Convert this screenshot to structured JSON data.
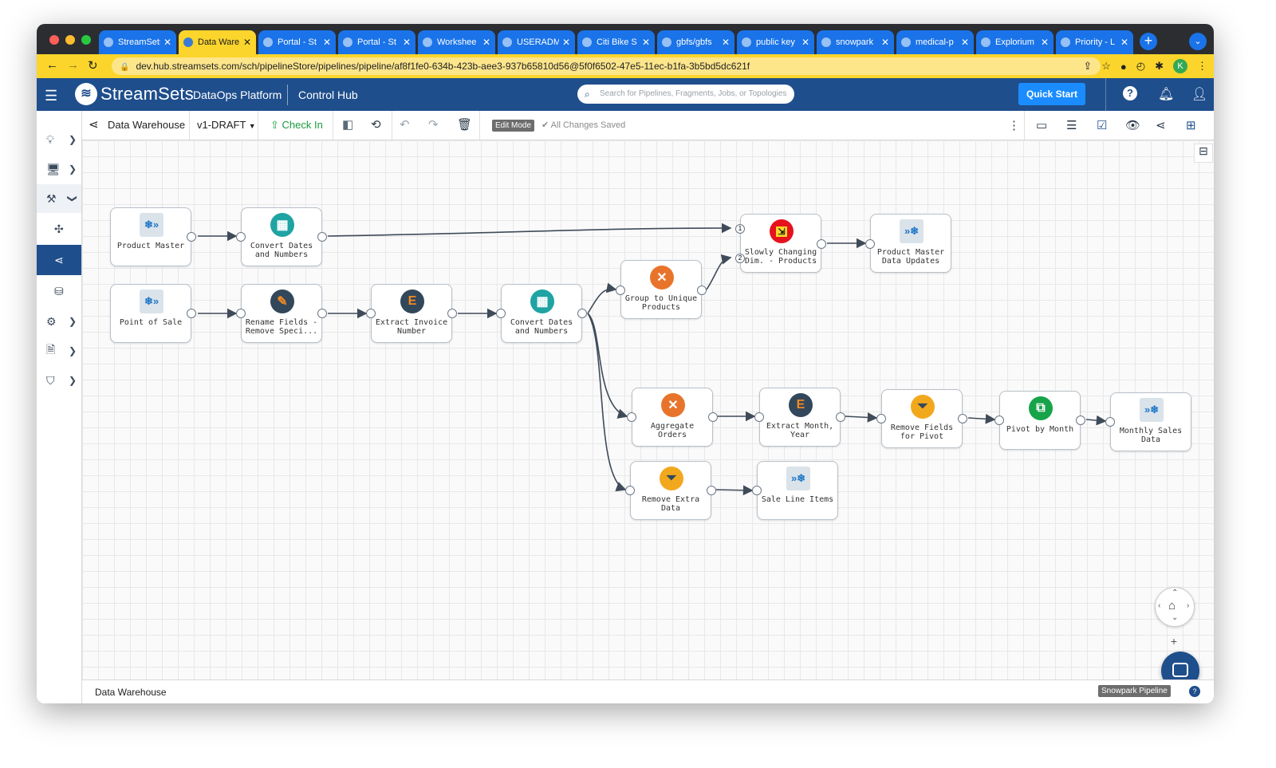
{
  "browser": {
    "tabs": [
      {
        "title": "StreamSets",
        "active": false
      },
      {
        "title": "Data Ware",
        "active": true
      },
      {
        "title": "Portal - St",
        "active": false
      },
      {
        "title": "Portal - St",
        "active": false
      },
      {
        "title": "Workshee",
        "active": false
      },
      {
        "title": "USERADM",
        "active": false
      },
      {
        "title": "Citi Bike S",
        "active": false
      },
      {
        "title": "gbfs/gbfs",
        "active": false
      },
      {
        "title": "public key",
        "active": false
      },
      {
        "title": "snowpark",
        "active": false
      },
      {
        "title": "medical-p",
        "active": false
      },
      {
        "title": "Explorium",
        "active": false
      },
      {
        "title": "Priority - L",
        "active": false
      }
    ],
    "url": "dev.hub.streamsets.com/sch/pipelineStore/pipelines/pipeline/af8f1fe0-634b-423b-aee3-937b65810d56@5f0f6502-47e5-11ec-b1fa-3b5bd5dc621f",
    "profile_initial": "K"
  },
  "header": {
    "logo": "StreamSets",
    "platform": "DataOps Platform",
    "hub": "Control Hub",
    "search_placeholder": "Search for Pipelines, Fragments, Jobs, or Topologies",
    "quick_start": "Quick Start"
  },
  "toolbar": {
    "pipeline_name": "Data Warehouse",
    "version": "v1-DRAFT",
    "check_in": "Check In",
    "edit_mode": "Edit Mode",
    "status": "All Changes Saved"
  },
  "stages": [
    {
      "id": "product-master",
      "label": "Product Master",
      "icon": "snowflake-origin-icon",
      "color": "#dbe3ea"
    },
    {
      "id": "convert-dates-1",
      "label": "Convert Dates and Numbers",
      "icon": "table-grid-icon",
      "color": "#1fa3a3"
    },
    {
      "id": "point-of-sale",
      "label": "Point of Sale",
      "icon": "snowflake-origin-icon",
      "color": "#dbe3ea"
    },
    {
      "id": "rename-fields",
      "label": "Rename Fields - Remove Speci...",
      "icon": "pencil-icon",
      "color": "#33475b"
    },
    {
      "id": "extract-invoice",
      "label": "Extract Invoice Number",
      "icon": "expression-e-icon",
      "color": "#33475b"
    },
    {
      "id": "convert-dates-2",
      "label": "Convert Dates and Numbers",
      "icon": "table-grid-icon",
      "color": "#1fa3a3"
    },
    {
      "id": "group-unique",
      "label": "Group to Unique Products",
      "icon": "aggregate-icon",
      "color": "#e8742c"
    },
    {
      "id": "scd",
      "label": "Slowly Changing Dim. - Products",
      "icon": "scd-icon",
      "color": "#e5121e"
    },
    {
      "id": "product-master-updates",
      "label": "Product Master Data Updates",
      "icon": "snowflake-destination-icon",
      "color": "#dbe3ea"
    },
    {
      "id": "aggregate-orders",
      "label": "Aggregate Orders",
      "icon": "aggregate-icon",
      "color": "#e8742c"
    },
    {
      "id": "extract-month-year",
      "label": "Extract Month, Year",
      "icon": "expression-e-icon",
      "color": "#33475b"
    },
    {
      "id": "remove-fields-pivot",
      "label": "Remove Fields for Pivot",
      "icon": "filter-funnel-icon",
      "color": "#f2a81d"
    },
    {
      "id": "pivot-by-month",
      "label": "Pivot by Month",
      "icon": "pivot-icon",
      "color": "#17a34a"
    },
    {
      "id": "monthly-sales",
      "label": "Monthly Sales Data",
      "icon": "snowflake-destination-icon",
      "color": "#dbe3ea"
    },
    {
      "id": "remove-extra-data",
      "label": "Remove Extra Data",
      "icon": "filter-funnel-icon",
      "color": "#f2a81d"
    },
    {
      "id": "sale-line-items",
      "label": "Sale Line Items",
      "icon": "snowflake-destination-icon",
      "color": "#dbe3ea"
    }
  ],
  "scd_inputs": [
    "1",
    "2"
  ],
  "footer": {
    "pipeline_name": "Data Warehouse",
    "badge": "Snowpark Pipeline"
  }
}
